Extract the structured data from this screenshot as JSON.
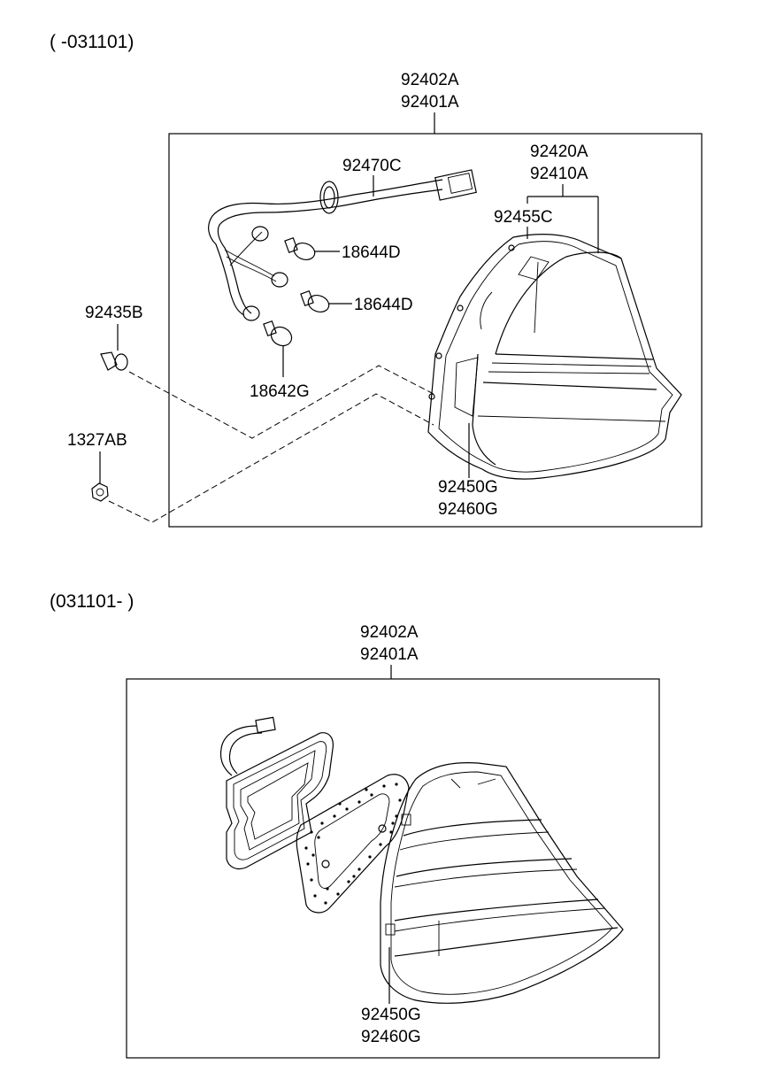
{
  "sections": [
    {
      "date_range": "( -031101)",
      "assembly_part_numbers": [
        "92402A",
        "92401A"
      ],
      "labels": {
        "wiring_harness": "92470C",
        "lens_housing_top": "92420A",
        "lens_housing_bottom": "92410A",
        "gasket": "92455C",
        "bulb_upper": "18644D",
        "bulb_middle": "18644D",
        "bulb_lower": "18642G",
        "screw": "92435B",
        "nut": "1327AB",
        "housing_top": "92450G",
        "housing_bottom": "92460G"
      }
    },
    {
      "date_range": "(031101- )",
      "assembly_part_numbers": [
        "92402A",
        "92401A"
      ],
      "labels": {
        "housing_top": "92450G",
        "housing_bottom": "92460G"
      }
    }
  ]
}
